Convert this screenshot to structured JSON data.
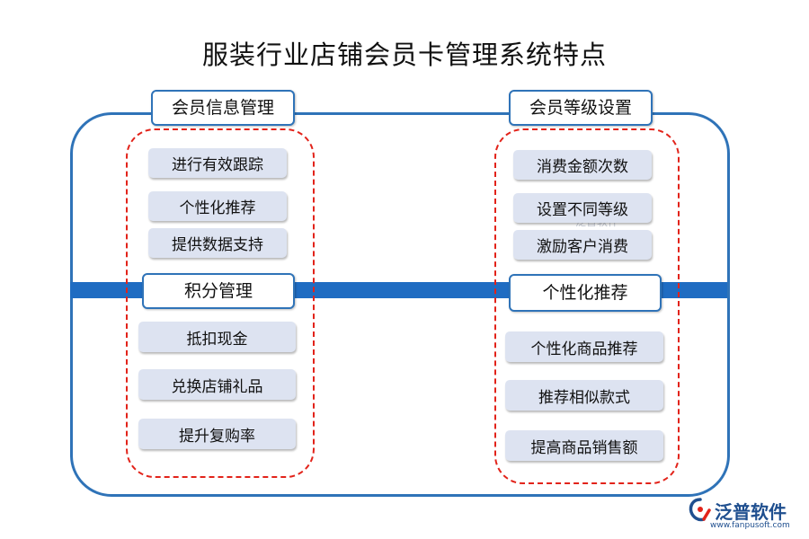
{
  "title": "服装行业店铺会员卡管理系统特点",
  "left": {
    "header1": "会员信息管理",
    "items1": [
      "进行有效跟踪",
      "个性化推荐",
      "提供数据支持"
    ],
    "header2": "积分管理",
    "items2": [
      "抵扣现金",
      "兑换店铺礼品",
      "提升复购率"
    ]
  },
  "right": {
    "header1": "会员等级设置",
    "items1": [
      "消费金额次数",
      "设置不同等级",
      "激励客户消费"
    ],
    "header2": "个性化推荐",
    "items2": [
      "个性化商品推荐",
      "推荐相似款式",
      "提高商品销售额"
    ]
  },
  "logo": {
    "name": "泛普软件",
    "url": "www.fanpusoft.com",
    "watermark": "泛普软件"
  },
  "colors": {
    "frame": "#2f73b8",
    "band": "#1f6cc2",
    "dash": "#e2231a",
    "pill": "#dde3f1"
  }
}
